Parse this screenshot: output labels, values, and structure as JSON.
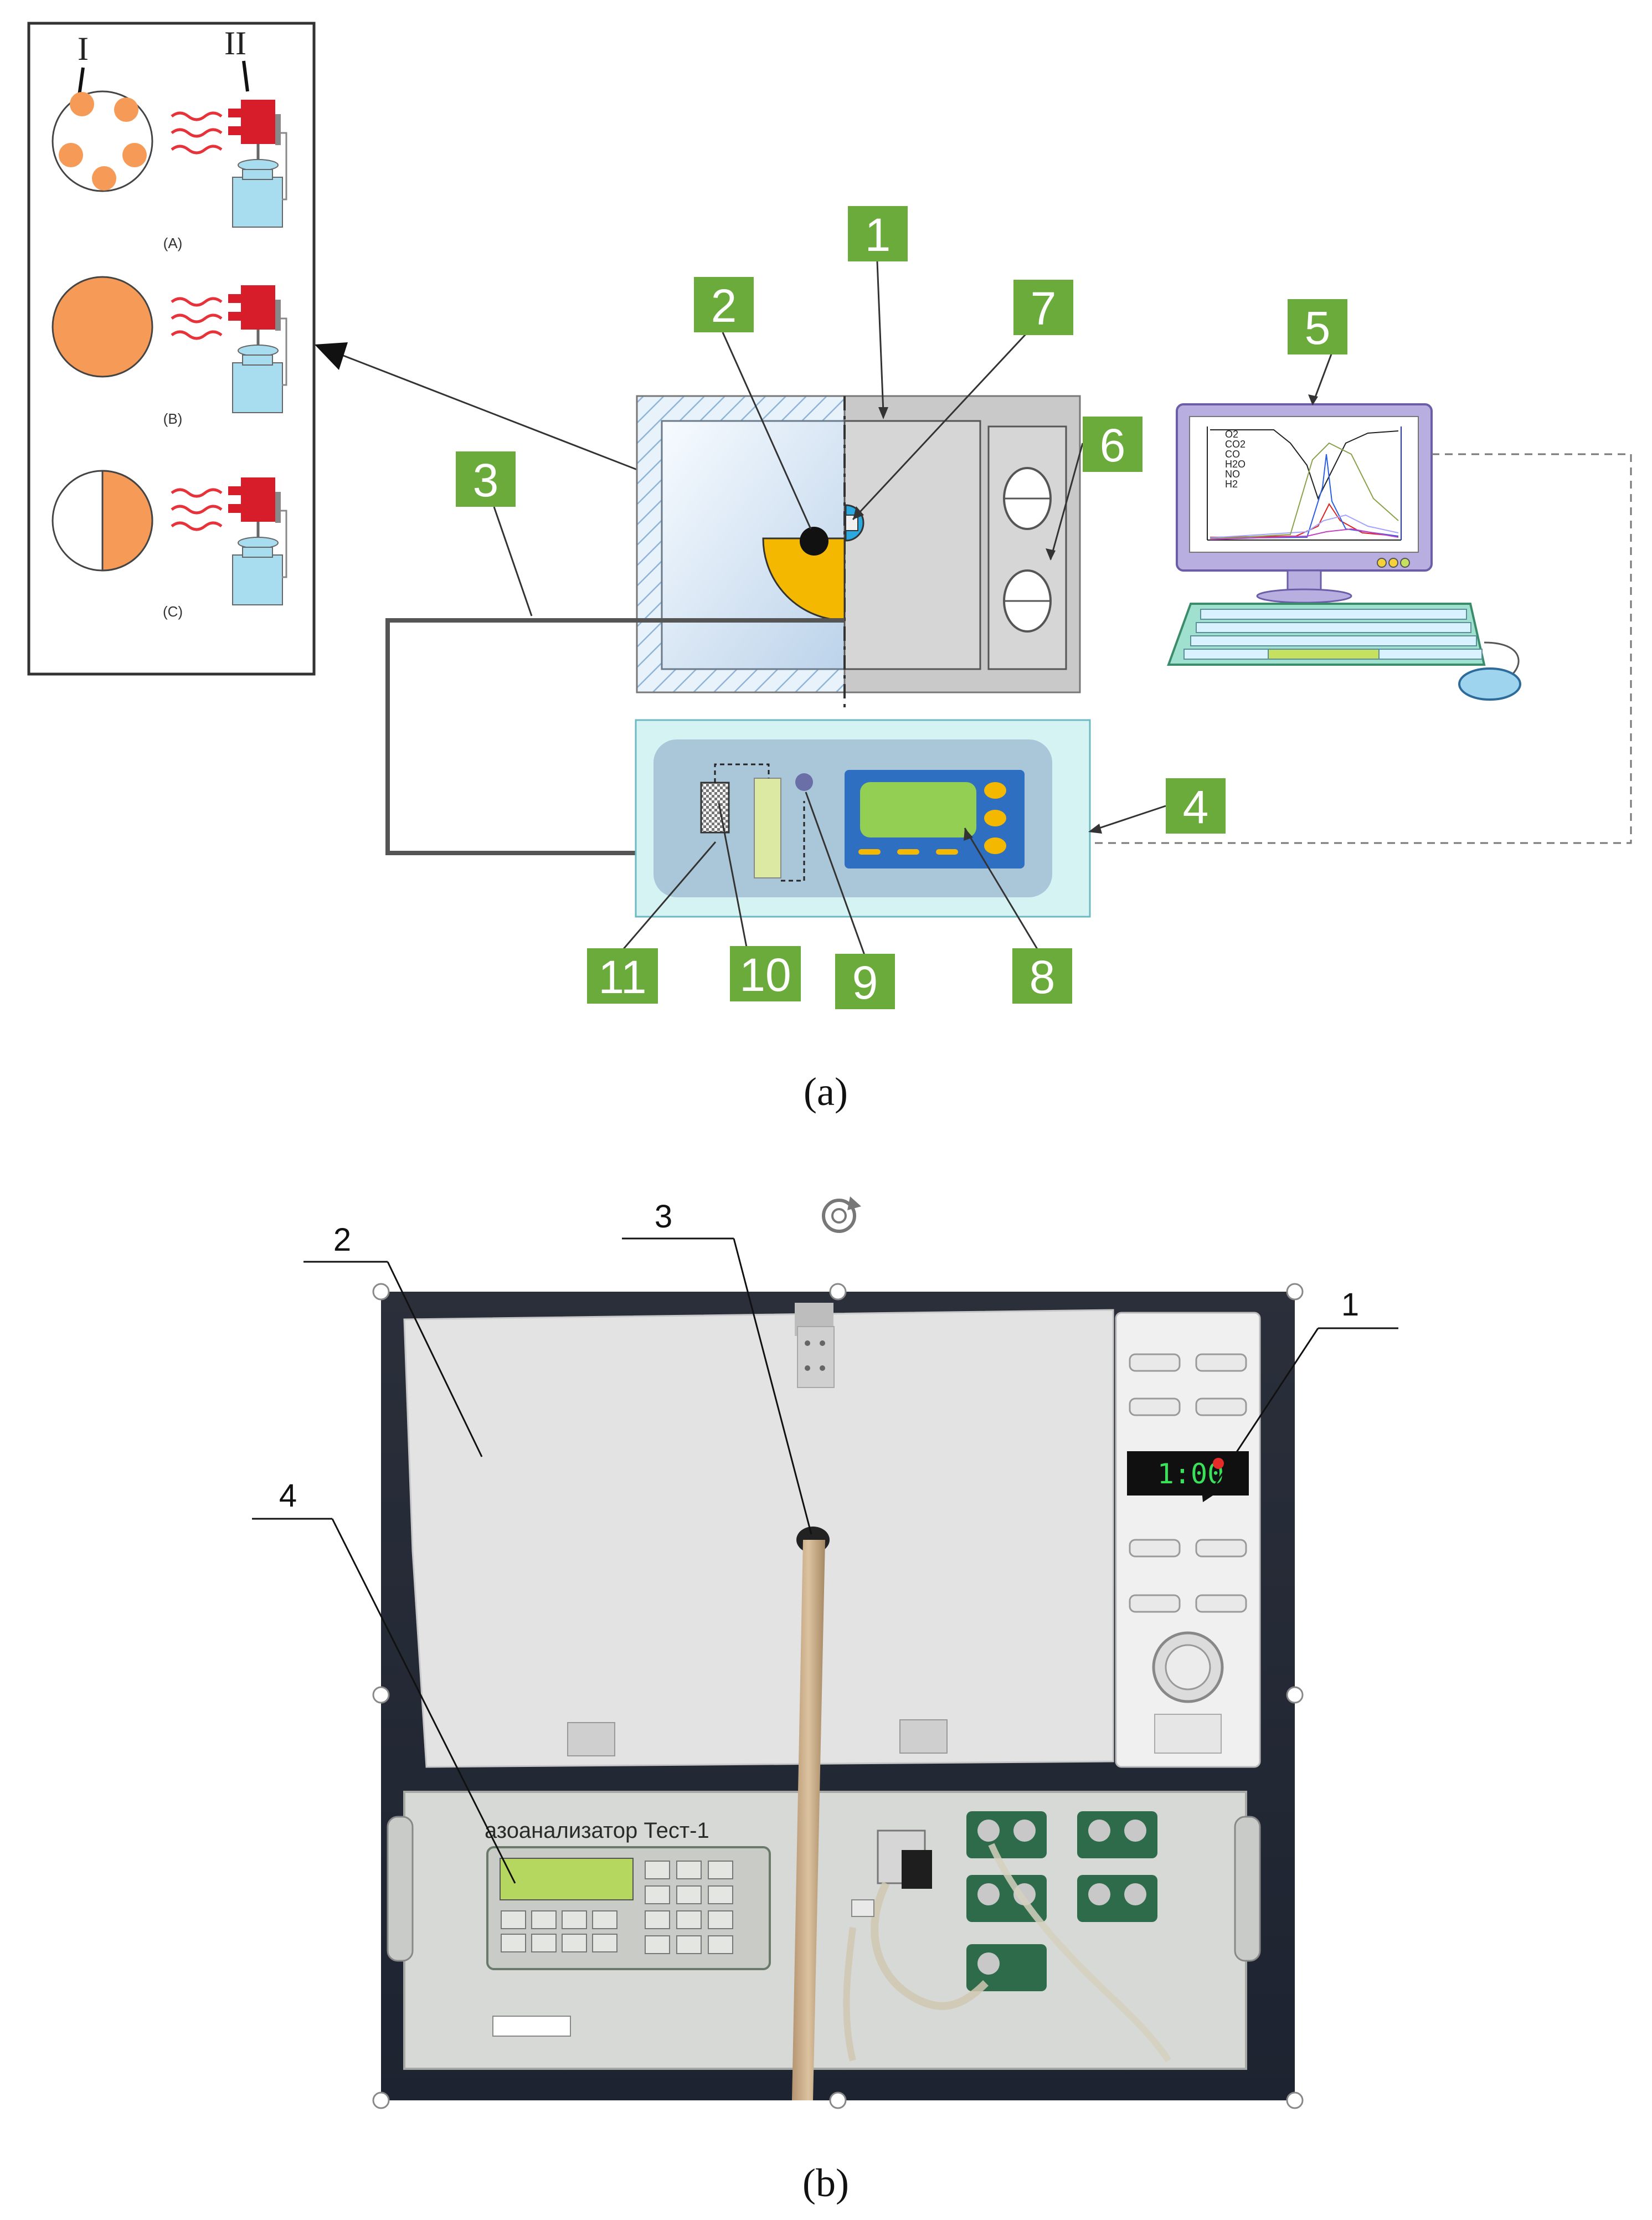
{
  "panel_a": {
    "caption": "(a)",
    "inset": {
      "marker_I": "I",
      "marker_II": "II",
      "variants": [
        "(A)",
        "(B)",
        "(C)"
      ]
    },
    "callouts": [
      "1",
      "2",
      "3",
      "4",
      "5",
      "6",
      "7",
      "8",
      "9",
      "10",
      "11"
    ],
    "monitor_legend": [
      "O2",
      "CO2",
      "CO",
      "H2O",
      "NO",
      "H2"
    ]
  },
  "panel_b": {
    "caption": "(b)",
    "callouts": [
      "1",
      "2",
      "3",
      "4"
    ],
    "analyzer_plate": "азоанализатор Тест-1",
    "display_text": "1:00"
  },
  "colors": {
    "label_green": "#6aab3c",
    "oven_gray": "#c9c9c9",
    "analyzer_outer": "#d6f3f4",
    "analyzer_inner": "#a9c7d9",
    "screen_green": "#92cf53",
    "orange": "#f59a57",
    "fuel_yellow": "#f5b800",
    "magnetron_red": "#d81d2a",
    "fan_blue": "#a8dcef"
  }
}
